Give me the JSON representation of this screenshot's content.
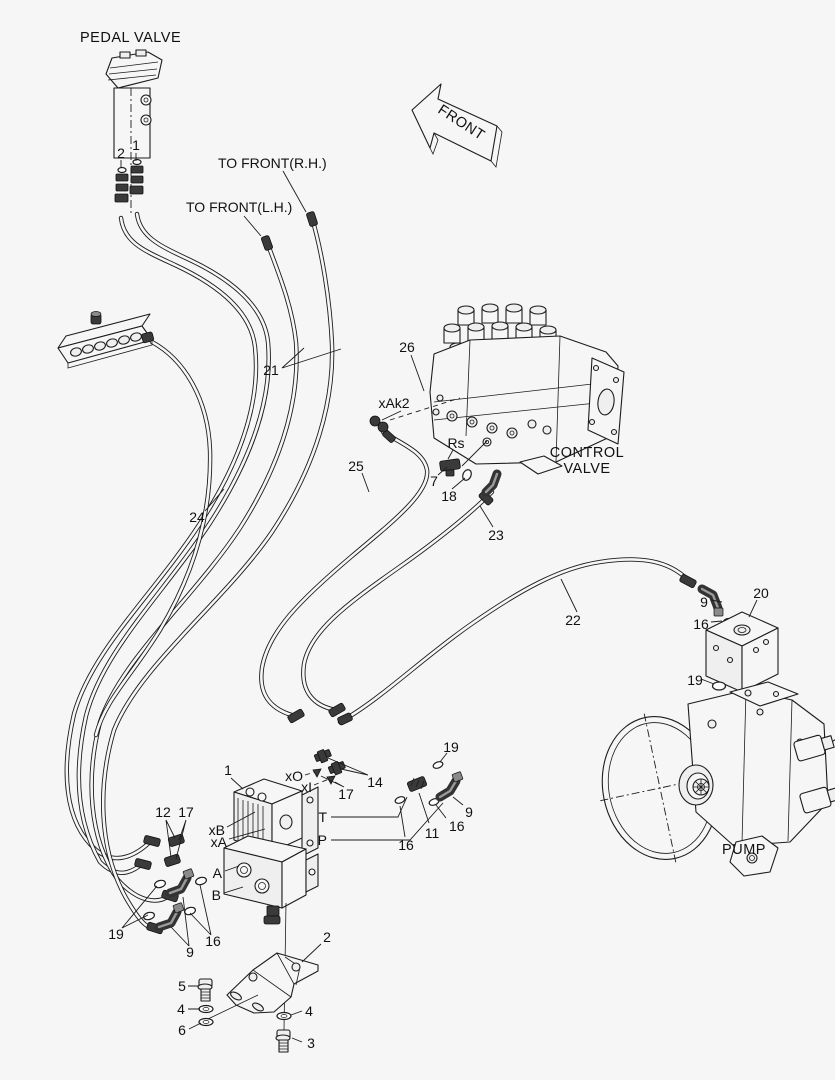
{
  "page": {
    "background": "#f6f6f6",
    "line_color": "#1c1c1c"
  },
  "titles": {
    "pedal_valve": "PEDAL VALVE",
    "front": "FRONT",
    "to_front_rh": "TO FRONT(R.H.)",
    "to_front_lh": "TO FRONT(L.H.)",
    "control_valve_line1": "CONTROL",
    "control_valve_line2": "VALVE",
    "pump": "PUMP"
  },
  "callouts": {
    "pedal_1": "1",
    "pedal_2": "2",
    "hoses_21": "21",
    "hose_24": "24",
    "hose_25": "25",
    "hose_22": "22",
    "hose_23": "23",
    "cv_26": "26",
    "port_xak2": "xAk2",
    "port_rs": "Rs",
    "fit_7": "7",
    "oring_18": "18",
    "blk_9": "9",
    "blk_16": "16",
    "blk_20": "20",
    "blk_19": "19",
    "c_1": "1",
    "c_xo": "xO",
    "c_xi": "xI",
    "c_17_right": "17",
    "c_14": "14",
    "c_19": "19",
    "c_11": "11",
    "c_16_a": "16",
    "c_16_b": "16",
    "c_9": "9",
    "c_t": "T",
    "c_p": "P",
    "c_xb": "xB",
    "c_xa": "xA",
    "c_12": "12",
    "c_17_left": "17",
    "c_a": "A",
    "c_b": "B",
    "l_19": "19",
    "l_9": "9",
    "l_16": "16",
    "br_2": "2",
    "br_5": "5",
    "br_4_left": "4",
    "br_6": "6",
    "br_4_right": "4",
    "br_3": "3"
  }
}
